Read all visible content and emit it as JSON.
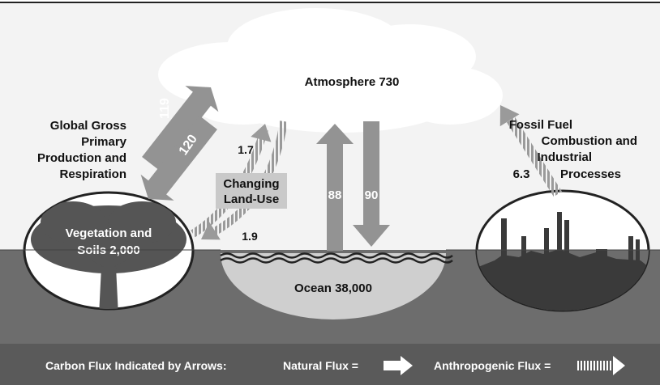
{
  "atmosphere": {
    "label": "Atmosphere 730"
  },
  "vegetation": {
    "label_line1": "Vegetation and",
    "label_line2": "Soils 2,000"
  },
  "ocean": {
    "label": "Ocean 38,000"
  },
  "gpp": {
    "line1": "Global Gross",
    "line2": "Primary",
    "line3": "Production and",
    "line4": "Respiration"
  },
  "fossil": {
    "line1": "Fossil Fuel",
    "line2": "Combustion and",
    "line3": "Industrial",
    "line4": "Processes"
  },
  "land_use": {
    "line1": "Changing",
    "line2": "Land-Use"
  },
  "fluxes": {
    "veg_to_atm": "119",
    "atm_to_veg": "120",
    "landuse_to_atm": "1.7",
    "atm_to_landuse": "1.9",
    "ocean_to_atm": "88",
    "atm_to_ocean": "90",
    "fossil_to_atm": "6.3"
  },
  "legend": {
    "title": "Carbon Flux Indicated by Arrows:",
    "natural": "Natural Flux =",
    "anthropogenic": "Anthropogenic Flux ="
  },
  "colors": {
    "sky": "#ffffff",
    "ground": "#6d6d6d",
    "legend_bar": "#5a5a5a",
    "arrow_gray": "#939393",
    "ocean_basin": "#cfcfcf",
    "tree": "#555555",
    "landuse_box": "#c9c9c9"
  }
}
